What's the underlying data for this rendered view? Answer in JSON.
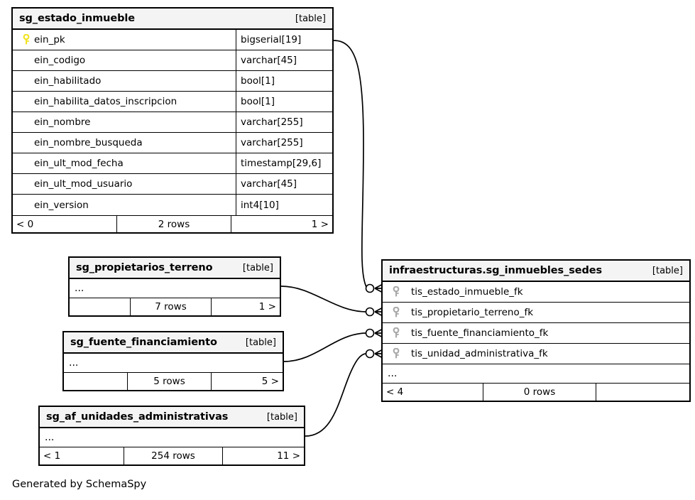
{
  "diagram": {
    "caption": "Generated by SchemaSpy",
    "table_tag": "[table]",
    "ellipsis": "...",
    "colors": {
      "background": "#ffffff",
      "border": "#000000",
      "header_fill": "#f4f4f4",
      "primary_key_icon": "#f2e31e",
      "foreign_key_icon": "#a8a8a8",
      "edge": "#000000"
    }
  },
  "tables": {
    "estado_inmueble": {
      "name": "sg_estado_inmueble",
      "tag": "[table]",
      "columns": [
        {
          "name": "ein_pk",
          "type": "bigserial[19]",
          "key": "primary"
        },
        {
          "name": "ein_codigo",
          "type": "varchar[45]",
          "key": "none"
        },
        {
          "name": "ein_habilitado",
          "type": "bool[1]",
          "key": "none"
        },
        {
          "name": "ein_habilita_datos_inscripcion",
          "type": "bool[1]",
          "key": "none"
        },
        {
          "name": "ein_nombre",
          "type": "varchar[255]",
          "key": "none"
        },
        {
          "name": "ein_nombre_busqueda",
          "type": "varchar[255]",
          "key": "none"
        },
        {
          "name": "ein_ult_mod_fecha",
          "type": "timestamp[29,6]",
          "key": "none"
        },
        {
          "name": "ein_ult_mod_usuario",
          "type": "varchar[45]",
          "key": "none"
        },
        {
          "name": "ein_version",
          "type": "int4[10]",
          "key": "none"
        }
      ],
      "footer": {
        "left": "< 0",
        "middle": "2 rows",
        "right": "1 >"
      }
    },
    "propietarios_terreno": {
      "name": "sg_propietarios_terreno",
      "tag": "[table]",
      "footer": {
        "left": "",
        "middle": "7 rows",
        "right": "1 >"
      }
    },
    "fuente_financiamiento": {
      "name": "sg_fuente_financiamiento",
      "tag": "[table]",
      "footer": {
        "left": "",
        "middle": "5 rows",
        "right": "5 >"
      }
    },
    "unidades_administrativas": {
      "name": "sg_af_unidades_administrativas",
      "tag": "[table]",
      "footer": {
        "left": "< 1",
        "middle": "254 rows",
        "right": "11 >"
      }
    },
    "inmuebles_sedes": {
      "name": "infraestructuras.sg_inmuebles_sedes",
      "tag": "[table]",
      "columns": [
        {
          "name": "tis_estado_inmueble_fk",
          "key": "foreign"
        },
        {
          "name": "tis_propietario_terreno_fk",
          "key": "foreign"
        },
        {
          "name": "tis_fuente_financiamiento_fk",
          "key": "foreign"
        },
        {
          "name": "tis_unidad_administrativa_fk",
          "key": "foreign"
        }
      ],
      "footer": {
        "left": "< 4",
        "middle": "0 rows",
        "right": ""
      }
    }
  },
  "relationships": [
    {
      "from": "sg_estado_inmueble.ein_pk",
      "to": "infraestructuras.sg_inmuebles_sedes.tis_estado_inmueble_fk",
      "cardinality": "zero-or-many"
    },
    {
      "from": "sg_propietarios_terreno",
      "to": "infraestructuras.sg_inmuebles_sedes.tis_propietario_terreno_fk",
      "cardinality": "zero-or-many"
    },
    {
      "from": "sg_fuente_financiamiento",
      "to": "infraestructuras.sg_inmuebles_sedes.tis_fuente_financiamiento_fk",
      "cardinality": "zero-or-many"
    },
    {
      "from": "sg_af_unidades_administrativas",
      "to": "infraestructuras.sg_inmuebles_sedes.tis_unidad_administrativa_fk",
      "cardinality": "zero-or-many"
    }
  ]
}
